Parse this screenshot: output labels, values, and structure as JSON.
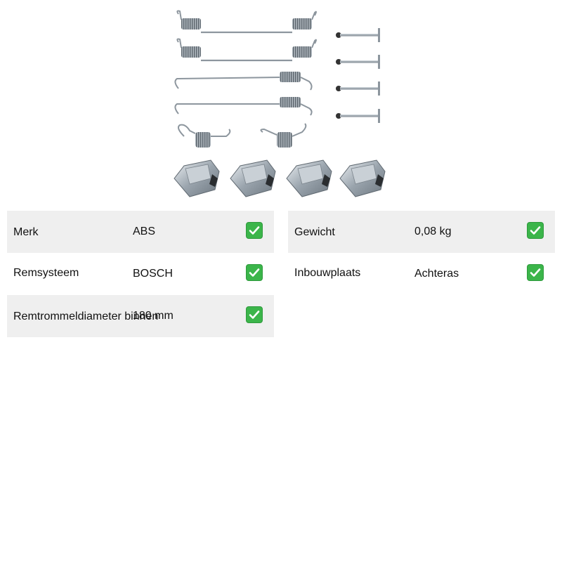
{
  "image": {
    "icon": "brake-shoe-fitting-kit-photo"
  },
  "specs": {
    "left": [
      {
        "label": "Merk",
        "value": "ABS",
        "icon": "check-mark-icon"
      },
      {
        "label": "Remsysteem",
        "value": "BOSCH",
        "icon": "check-mark-icon"
      },
      {
        "label": "Remtrommeldiameter binnen",
        "value": "180 mm",
        "icon": "check-mark-icon"
      }
    ],
    "right": [
      {
        "label": "Gewicht",
        "value": "0,08 kg",
        "icon": "check-mark-icon"
      },
      {
        "label": "Inbouwplaats",
        "value": "Achteras",
        "icon": "check-mark-icon"
      }
    ]
  },
  "colors": {
    "row_shade": "#efefef",
    "check_green": "#3bb54a"
  }
}
